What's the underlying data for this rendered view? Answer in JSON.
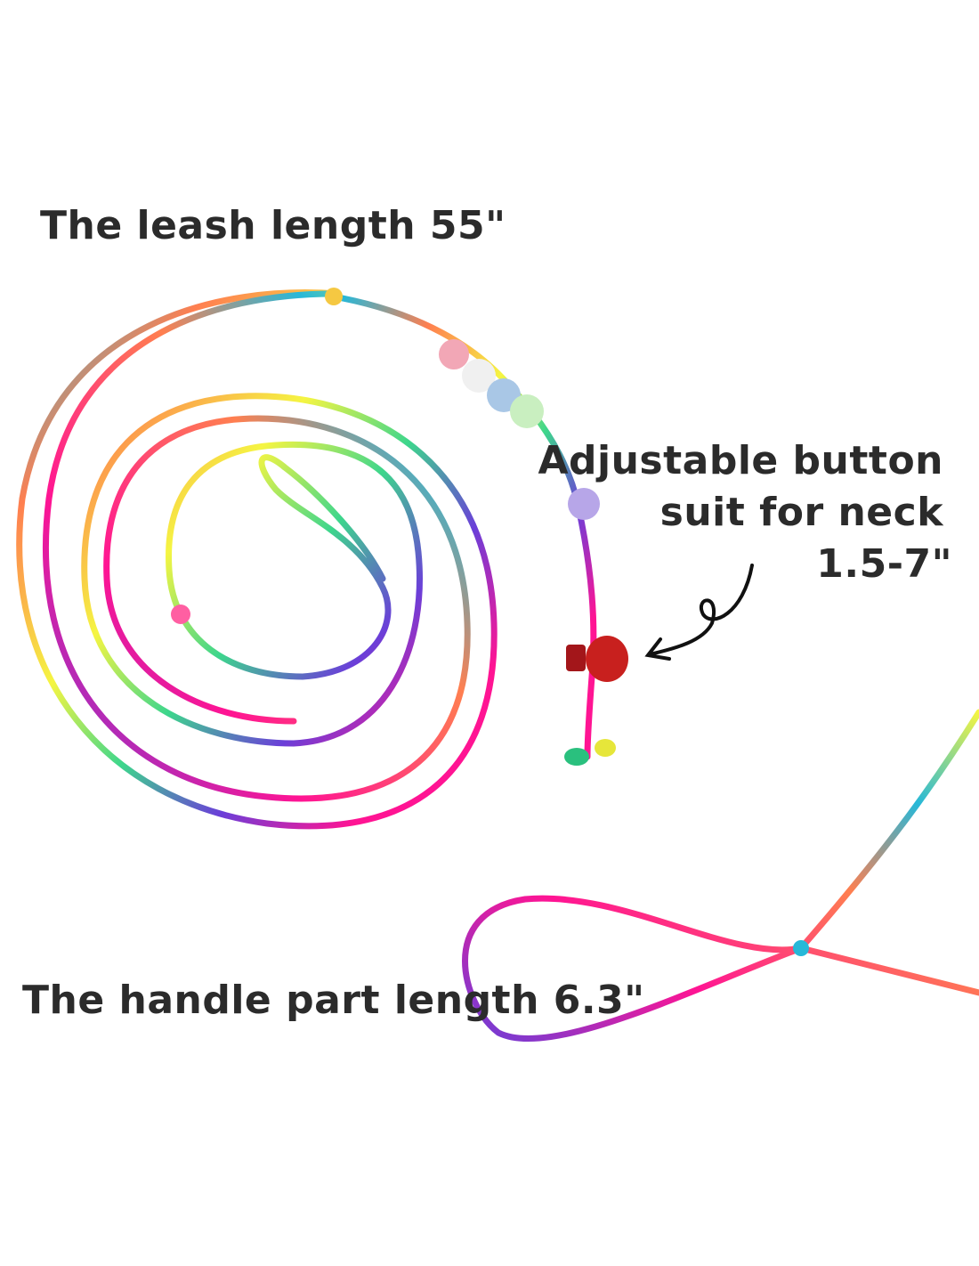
{
  "labels": {
    "leash_length": "The leash length 55\"",
    "adjustable_line1": "Adjustable button",
    "adjustable_line2": "suit for neck",
    "adjustable_line3": "1.5-7\"",
    "handle_length": "The handle part length 6.3\""
  },
  "colors": {
    "text": "#2b2b2b",
    "rainbow": [
      "#ff1493",
      "#ff7f50",
      "#f5f542",
      "#3dd68c",
      "#27b8d8",
      "#6a3fd8"
    ],
    "stopper": "#c8201e",
    "beads": [
      "#f2a7b6",
      "#f0f0f0",
      "#a9c7e6",
      "#c9efc0",
      "#b7a6e8"
    ]
  }
}
